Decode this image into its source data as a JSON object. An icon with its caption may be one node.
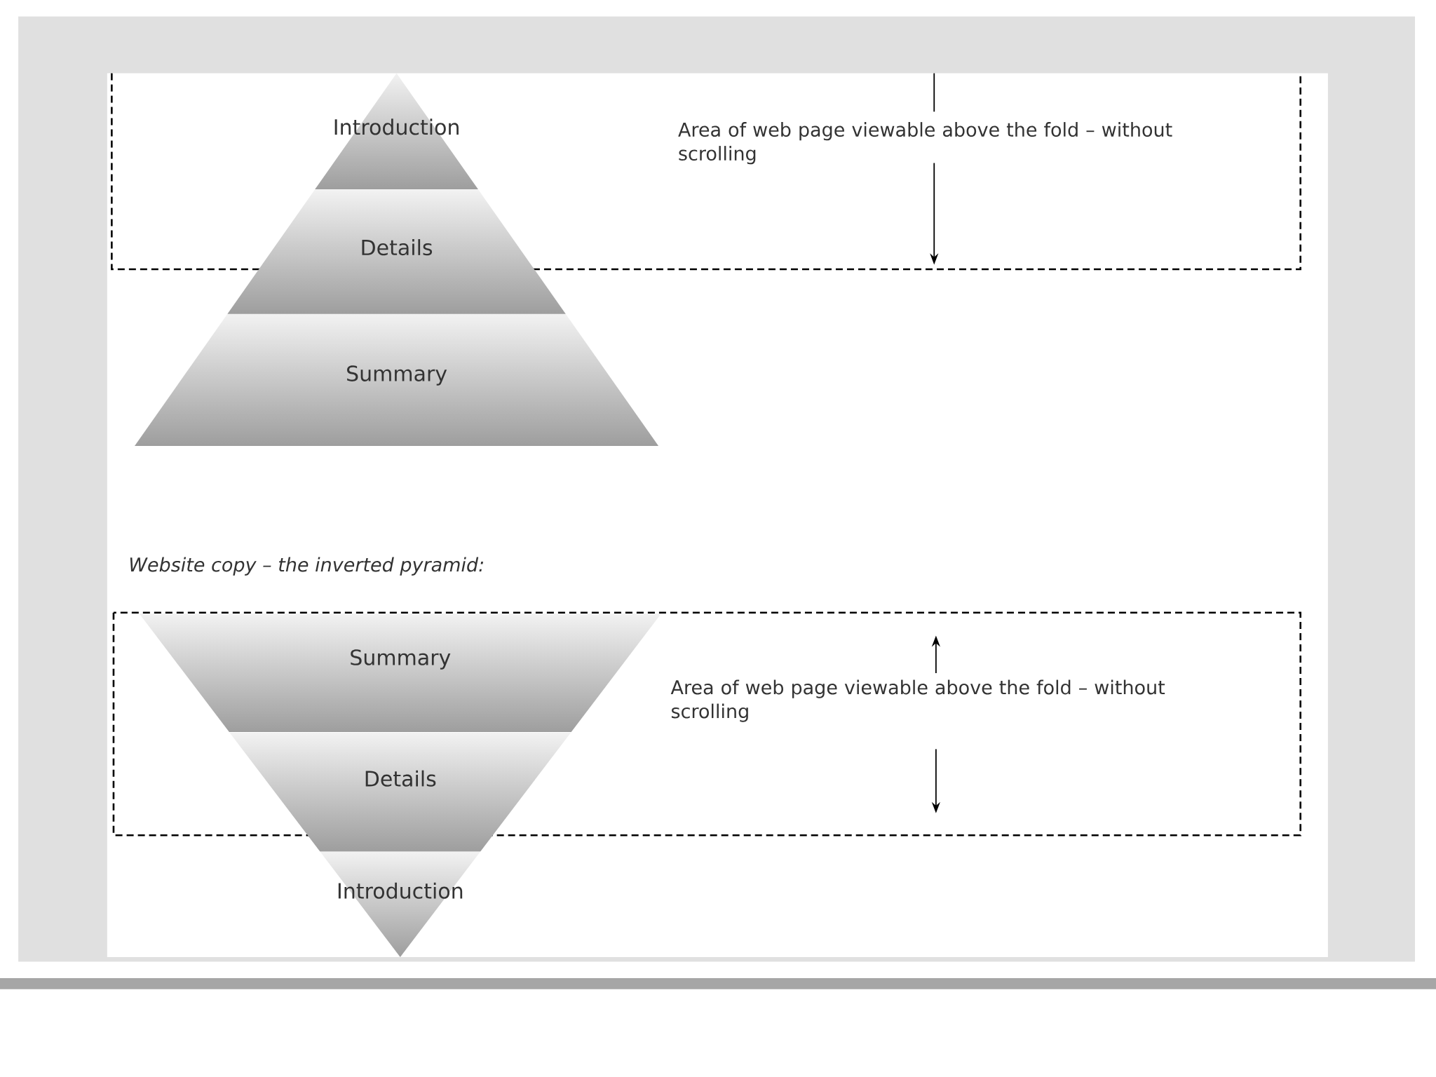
{
  "diagram": {
    "nodes": [
      {
        "text": [
          "Introduction"
        ]
      },
      {
        "text": [
          "Details"
        ]
      },
      {
        "text": [
          "Summary"
        ]
      },
      {
        "text": [
          "Summary"
        ]
      },
      {
        "text": [
          "Details"
        ]
      },
      {
        "text": [
          "Introduction"
        ]
      }
    ],
    "edges": [],
    "labels": [
      "Area of web page viewable above the fold – without scrolling",
      "Website copy – the inverted pyramid:",
      "Area of web page viewable above the fold – without scrolling"
    ]
  }
}
